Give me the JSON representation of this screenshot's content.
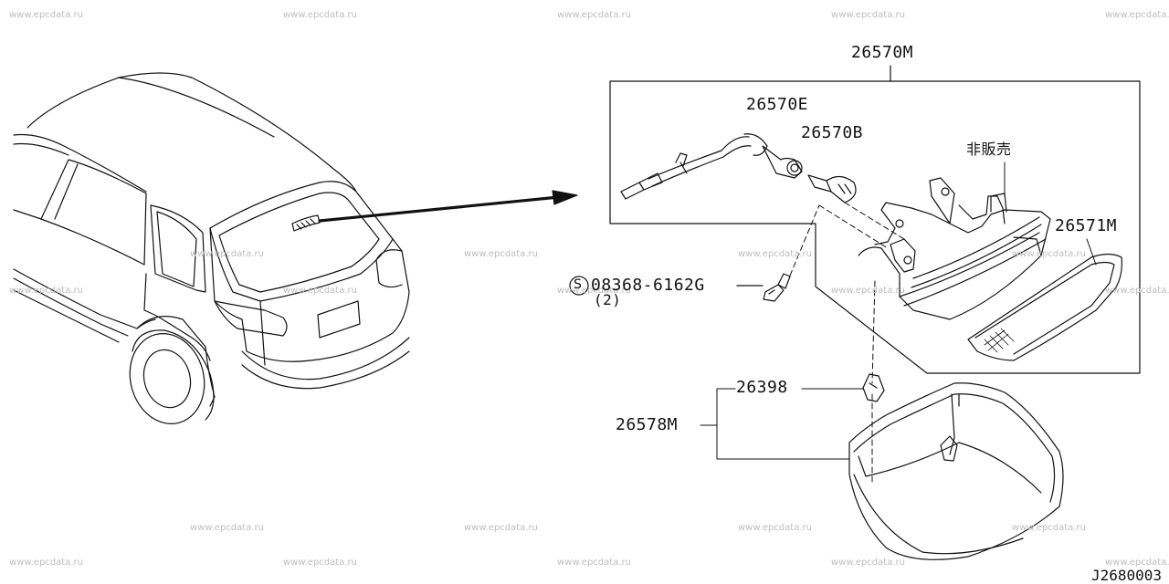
{
  "watermark": "www.epcdata.ru",
  "callouts": {
    "assembly": "26570M",
    "socket": "26570E",
    "bulb": "26570B",
    "not_for_sale": "非販売",
    "lens": "26571M",
    "screw_part": "08368-6162G",
    "screw_qty": "(2)",
    "clip": "26398",
    "cover": "26578M"
  },
  "screw_symbol": "S",
  "diagram_code": "J2680003"
}
